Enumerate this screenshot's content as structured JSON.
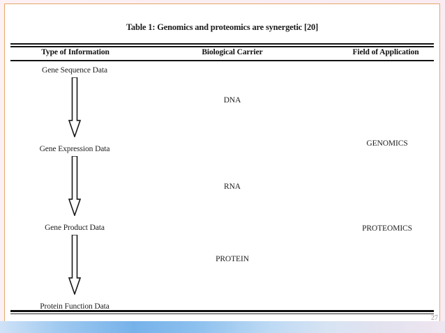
{
  "slide": {
    "page_number": "27",
    "frame_color": "#e2a86a",
    "footer_accent": "#76b2ea"
  },
  "table": {
    "title": "Table 1: Genomics and proteomics are synergetic [20]",
    "columns": [
      "Type of Information",
      "Biological Carrier",
      "Field of Application"
    ],
    "information_flow": [
      "Gene Sequence Data",
      "Gene Expression Data",
      "Gene Product Data",
      "Protein Function Data"
    ],
    "biological_carriers": [
      "DNA",
      "RNA",
      "PROTEIN"
    ],
    "fields_of_application": [
      "GENOMICS",
      "PROTEOMICS"
    ],
    "arrows": [
      "down-arrow",
      "down-arrow",
      "down-arrow"
    ]
  }
}
